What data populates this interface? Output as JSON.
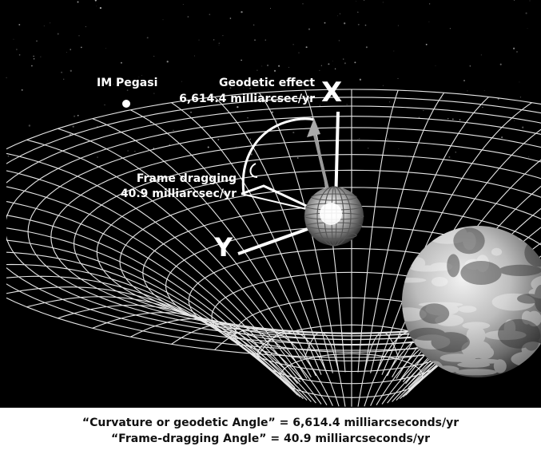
{
  "labels": {
    "guide_star": "IM Pegasi",
    "geodetic_title": "Geodetic effect",
    "geodetic_value": "6,614.4 milliarcsec/yr",
    "frame_title": "Frame dragging",
    "frame_value": "40.9 milliarcsec/yr",
    "axis_x": "X",
    "axis_y": "Y"
  },
  "caption": {
    "line1": "“Curvature or geodetic Angle” = 6,614.4 milliarcseconds/yr",
    "line2": "“Frame-dragging Angle” = 40.9 milliarcseconds/yr"
  },
  "colors": {
    "space": "#000000",
    "grid": "#e6e6e6",
    "earth_light": "#d9d9d9",
    "earth_dark": "#3a3a3a"
  }
}
